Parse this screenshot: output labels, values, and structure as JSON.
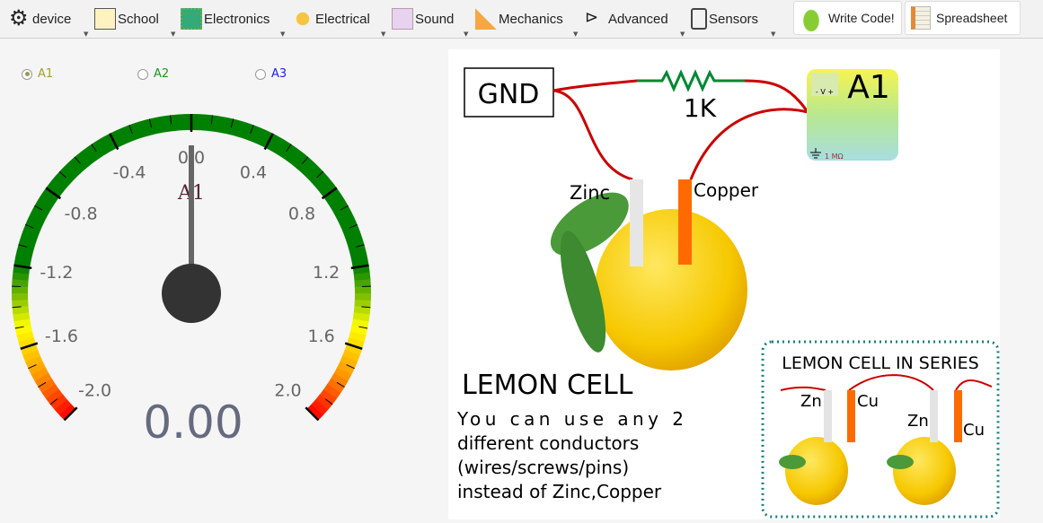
{
  "toolbar": {
    "items": [
      {
        "label": "device",
        "icon": "gear-icon"
      },
      {
        "label": "School",
        "icon": "bulb-board-icon"
      },
      {
        "label": "Electronics",
        "icon": "chip-icon"
      },
      {
        "label": "Electrical",
        "icon": "robot-icon"
      },
      {
        "label": "Sound",
        "icon": "speaker-icon"
      },
      {
        "label": "Mechanics",
        "icon": "incline-icon"
      },
      {
        "label": "Advanced",
        "icon": "logic-gate-icon"
      },
      {
        "label": "Sensors",
        "icon": "sensor-icon"
      }
    ],
    "write_code": "Write Code!",
    "spreadsheet": "Spreadsheet"
  },
  "channels": [
    {
      "label": "A1",
      "color": "#a0a030",
      "selected": true
    },
    {
      "label": "A2",
      "color": "#1a9a1a",
      "selected": false
    },
    {
      "label": "A3",
      "color": "#2020ee",
      "selected": false
    }
  ],
  "gauge": {
    "title": "A1",
    "min": -2.0,
    "max": 2.0,
    "value": 0.0,
    "readout": "0.00",
    "major_labels": [
      "-2.0",
      "-1.6",
      "-1.2",
      "-0.8",
      "-0.4",
      "0.0",
      "0.4",
      "0.8",
      "1.2",
      "1.6",
      "2.0"
    ],
    "colors": {
      "green": "#008000",
      "yellow": "#ffff00",
      "orange": "#ff9900",
      "red": "#ff0000"
    }
  },
  "diagram": {
    "gnd": "GND",
    "resistor": "1K",
    "meter_label": "A1",
    "meter_v": "- V +",
    "meter_res": "1 MΩ",
    "zinc": "Zinc",
    "copper": "Copper",
    "title": "LEMON CELL",
    "description": [
      "You can use any 2",
      "different conductors",
      "(wires/screws/pins)",
      "instead of Zinc,Copper"
    ],
    "series_title": "LEMON CELL IN SERIES",
    "zn": "Zn",
    "cu": "Cu"
  }
}
